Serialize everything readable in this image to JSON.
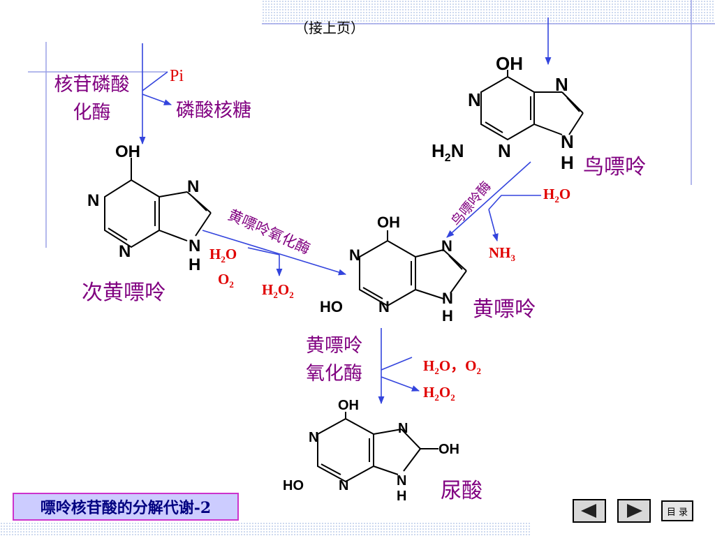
{
  "header": {
    "continued": "（接上页）"
  },
  "enzymes": {
    "nucleoside_phosphorylase_line1": "核苷磷酸",
    "nucleoside_phosphorylase_line2": "化酶",
    "xanthine_oxidase_diag": "黄嘌呤氧化酶",
    "guanase": "鸟嘌呤酶",
    "xanthine_oxidase2_line1": "黄嘌呤",
    "xanthine_oxidase2_line2": "氧化酶"
  },
  "reagents": {
    "pi": "Pi",
    "ribose_phosphate": "磷酸核糖",
    "h2o_guanase": {
      "base": "H",
      "sub": "2",
      "tail": "O"
    },
    "nh3": {
      "base": "NH",
      "sub": "3"
    },
    "h2o_xo1": {
      "base": "H",
      "sub": "2",
      "tail": "O"
    },
    "o2_xo1": {
      "base": "O",
      "sub": "2"
    },
    "h2o2_xo1": {
      "base": "H",
      "sub": "2",
      "mid": "O",
      "sub2": "2"
    },
    "h2o_o2_xo2": {
      "a": "H",
      "a_sub": "2",
      "b": "O，O",
      "b_sub": "2"
    },
    "h2o2_xo2": {
      "base": "H",
      "sub": "2",
      "mid": "O",
      "sub2": "2"
    }
  },
  "compounds": {
    "guanine": "鸟嘌呤",
    "hypoxanthine": "次黄嘌呤",
    "xanthine": "黄嘌呤",
    "uric_acid": "尿酸"
  },
  "atoms": {
    "oh": "OH",
    "n": "N",
    "h": "H",
    "ho": "HO",
    "h2n_h": "H",
    "h2n_2": "2",
    "h2n_n": "N"
  },
  "footer": {
    "title": "嘌呤核苷酸的分解代谢-2",
    "menu": "目 录"
  },
  "colors": {
    "purple": "#800080",
    "red": "#e00000",
    "arrow": "#3344dd",
    "nav_box_fill": "#ccccff",
    "nav_box_border": "#cc33cc"
  },
  "icons": [
    "prev-arrow-icon",
    "next-arrow-icon"
  ]
}
